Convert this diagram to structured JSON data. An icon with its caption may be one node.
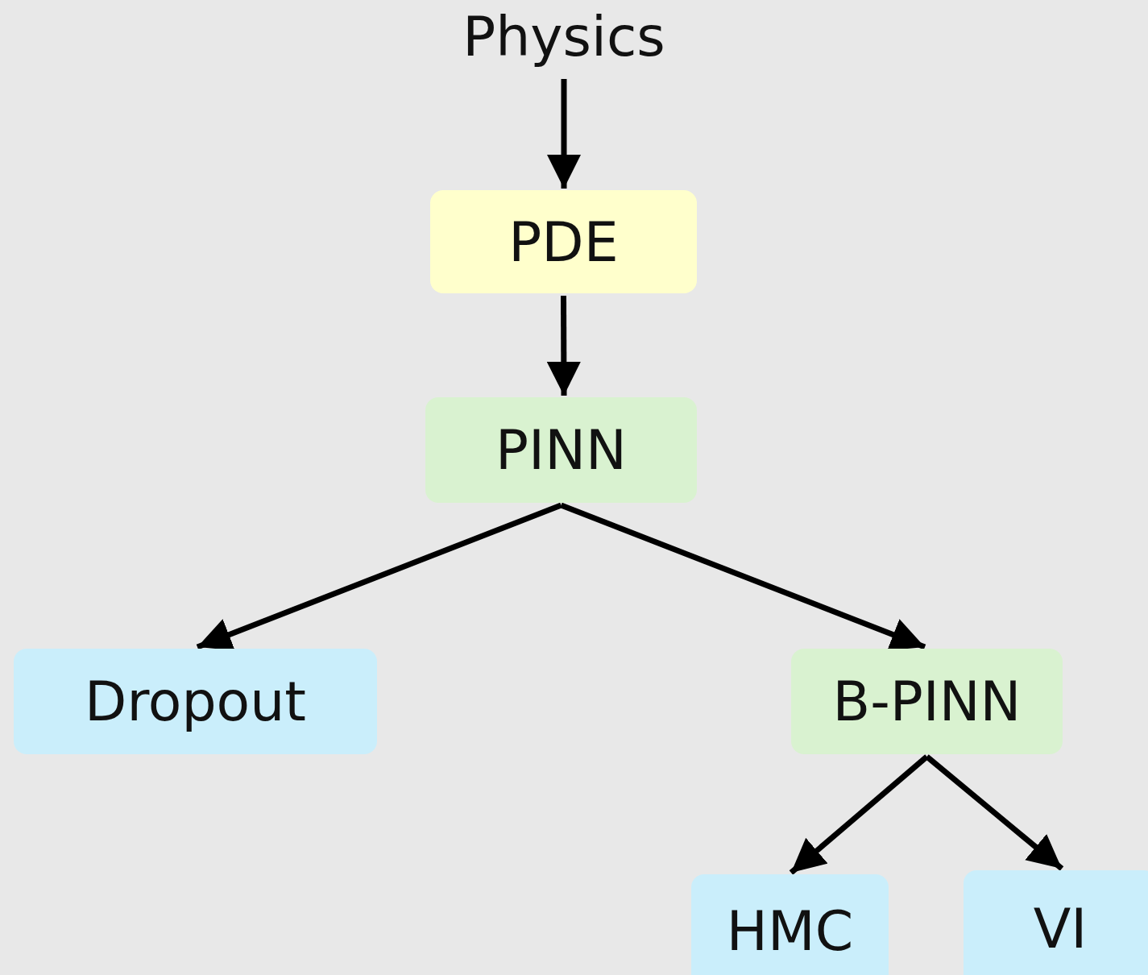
{
  "diagram": {
    "nodes": [
      {
        "text": [
          "Physics"
        ]
      },
      {
        "text": [
          "PDE"
        ]
      },
      {
        "text": [
          "PINN"
        ]
      },
      {
        "text": [
          "Dropout"
        ]
      },
      {
        "text": [
          "B-PINN"
        ]
      },
      {
        "text": [
          "HMC"
        ]
      },
      {
        "text": [
          "VI"
        ]
      }
    ],
    "edges": [
      {
        "from": 0,
        "to": 1,
        "arrow": "to"
      },
      {
        "from": 1,
        "to": 2,
        "arrow": "to"
      },
      {
        "from": 2,
        "to": 3,
        "arrow": "to"
      },
      {
        "from": 2,
        "to": 4,
        "arrow": "to"
      },
      {
        "from": 4,
        "to": 5,
        "arrow": "to"
      },
      {
        "from": 4,
        "to": 6,
        "arrow": "to"
      }
    ]
  }
}
